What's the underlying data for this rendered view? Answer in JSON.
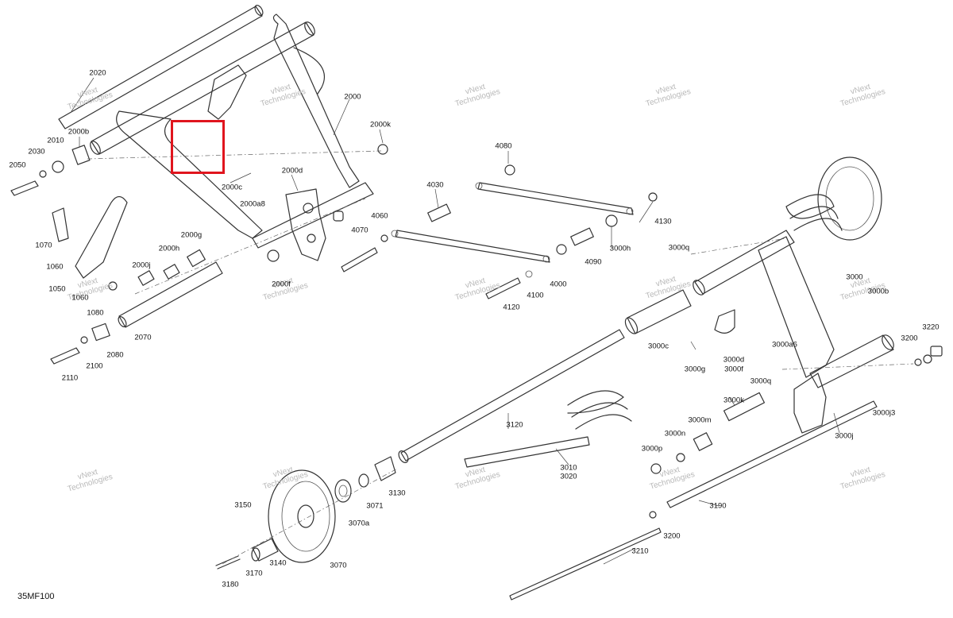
{
  "diagram": {
    "sheet_code": "35MF100",
    "watermark": {
      "line1": "vNext",
      "line2": "Technologies"
    },
    "highlight": {
      "color": "#e0151e"
    },
    "part_labels": [
      "2020",
      "2000",
      "2000k",
      "2000b",
      "2010",
      "2030",
      "2050",
      "2000c",
      "2000d",
      "2000a8",
      "2000g",
      "2000h",
      "2000j",
      "1070",
      "1060",
      "1050",
      "1060",
      "1080",
      "2070",
      "2080",
      "2100",
      "2110",
      "4070",
      "4060",
      "2000f",
      "4080",
      "4030",
      "4130",
      "4090",
      "3000h",
      "4000",
      "4100",
      "4120",
      "3000q",
      "3000",
      "3000b",
      "3000c",
      "3000g",
      "3000d",
      "3000f",
      "3000a6",
      "3000q",
      "3000j3",
      "3220",
      "3200",
      "3000k",
      "3000m",
      "3000n",
      "3000j",
      "3000p",
      "3120",
      "3010",
      "3020",
      "3130",
      "3071",
      "3070a",
      "3150",
      "3140",
      "3070",
      "3170",
      "3180",
      "3190",
      "3200",
      "3210"
    ]
  }
}
